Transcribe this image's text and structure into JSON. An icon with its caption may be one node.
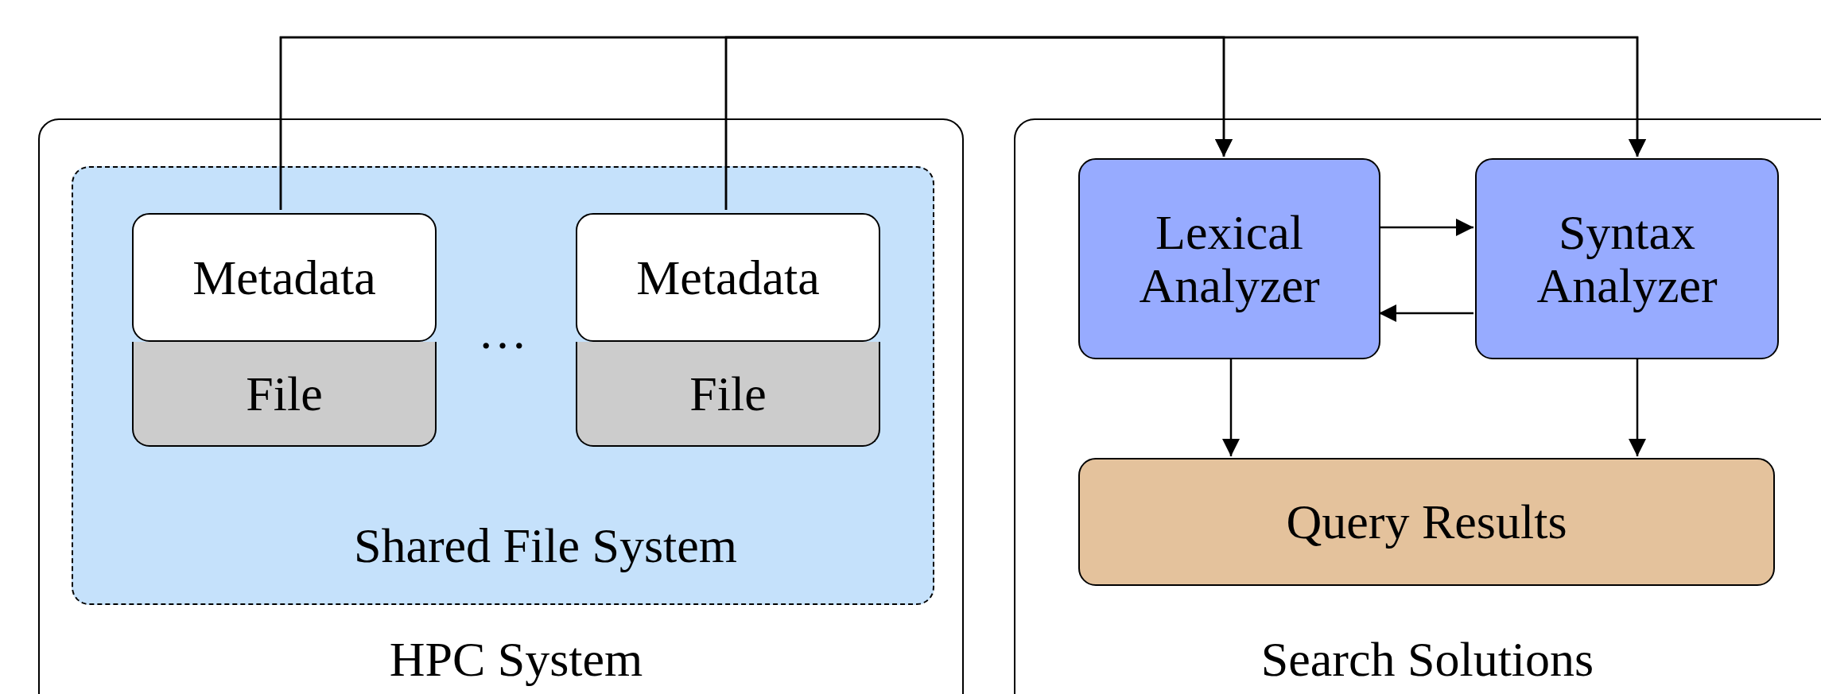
{
  "diagram": {
    "nodes": [
      {
        "text": [
          "HPC System"
        ]
      },
      {
        "text": [
          "Shared File System"
        ],
        "in": 0
      },
      {
        "text": [
          "Metadata"
        ],
        "in": 1
      },
      {
        "text": [
          "File"
        ],
        "in": 1
      },
      {
        "text": [
          "Metadata"
        ],
        "in": 1
      },
      {
        "text": [
          "File"
        ],
        "in": 1
      },
      {
        "text": [
          "Search Solutions"
        ]
      },
      {
        "text": [
          "Lexical Analyzer"
        ],
        "in": 6
      },
      {
        "text": [
          "Syntax Analyzer"
        ],
        "in": 6
      },
      {
        "text": [
          "Query Results"
        ],
        "in": 6
      }
    ],
    "edges": [
      {
        "from": 2,
        "to": 7,
        "arrow": "to"
      },
      {
        "from": 2,
        "to": 8,
        "arrow": "to"
      },
      {
        "from": 4,
        "to": 7,
        "arrow": "to"
      },
      {
        "from": 4,
        "to": 8,
        "arrow": "to"
      },
      {
        "from": 7,
        "to": 8,
        "arrow": "to"
      },
      {
        "from": 8,
        "to": 7,
        "arrow": "to"
      },
      {
        "from": 7,
        "to": 9,
        "arrow": "to"
      },
      {
        "from": 8,
        "to": 9,
        "arrow": "to"
      }
    ],
    "labels": [
      "…"
    ]
  }
}
